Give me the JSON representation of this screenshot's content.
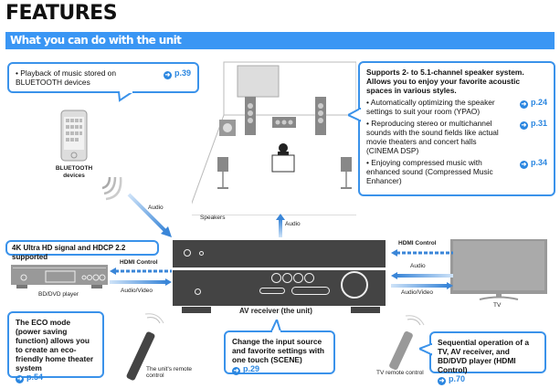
{
  "header": {
    "title": "FEATURES",
    "section": "What you can do with the unit"
  },
  "callouts": {
    "bluetooth": {
      "text": "• Playback of music stored on BLUETOOTH devices",
      "ref": "p.39"
    },
    "speaker_system": {
      "intro": "Supports 2- to 5.1-channel speaker system. Allows you to enjoy your favorite acoustic spaces in various styles.",
      "items": [
        {
          "text": "• Automatically optimizing the speaker settings to suit your room (YPAO)",
          "ref": "p.24"
        },
        {
          "text": "• Reproducing stereo or multichannel sounds with the sound fields like actual movie theaters and concert halls (CINEMA DSP)",
          "ref": "p.31"
        },
        {
          "text": "• Enjoying compressed music with enhanced sound (Compressed Music Enhancer)",
          "ref": "p.34"
        }
      ]
    },
    "hdmi4k": {
      "text": "4K Ultra HD signal and HDCP 2.2 supported"
    },
    "eco": {
      "text": "The ECO mode (power saving function) allows you to create an eco-friendly home theater system",
      "ref": "p.54"
    },
    "scene": {
      "text": "Change the input source and favorite settings with one touch (SCENE)",
      "ref": "p.29"
    },
    "hdmi_control": {
      "text": "Sequential operation of a TV, AV receiver, and BD/DVD player (HDMI Control)",
      "ref": "p.70"
    }
  },
  "labels": {
    "bluetooth_devices": "BLUETOOTH devices",
    "audio_bt": "Audio",
    "speakers": "Speakers",
    "audio_speakers": "Audio",
    "hdmi_control_left": "HDMI Control",
    "audio_video_left": "Audio/Video",
    "bd_player": "BD/DVD player",
    "receiver": "AV receiver (the unit)",
    "hdmi_control_right": "HDMI Control",
    "audio_right": "Audio",
    "audio_video_right": "Audio/Video",
    "tv": "TV",
    "unit_remote": "The unit's remote control",
    "tv_remote": "TV remote control"
  },
  "colors": {
    "accent": "#3a96f4",
    "device": "#444444",
    "arrow": "#3a86d8"
  }
}
